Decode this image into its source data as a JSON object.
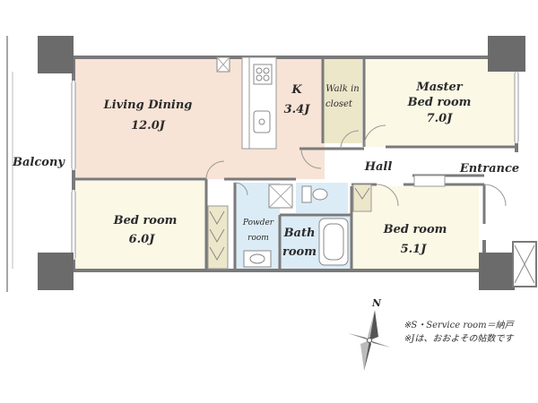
{
  "rooms": {
    "living": {
      "name": "Living Dining",
      "size": "12.0J"
    },
    "kitchen": {
      "name": "K",
      "size": "3.4J"
    },
    "walkin": {
      "line1": "Walk in",
      "line2": "closet"
    },
    "master": {
      "line1": "Master",
      "line2": "Bed room",
      "size": "7.0J"
    },
    "balcony": {
      "name": "Balcony"
    },
    "hall": {
      "name": "Hall"
    },
    "entrance": {
      "name": "Entrance"
    },
    "bed_left": {
      "name": "Bed room",
      "size": "6.0J"
    },
    "powder": {
      "line1": "Powder",
      "line2": "room"
    },
    "bath": {
      "line1": "Bath",
      "line2": "room"
    },
    "bed_right": {
      "name": "Bed room",
      "size": "5.1J"
    }
  },
  "compass": {
    "label": "N"
  },
  "notes": [
    "※S・Service room＝納戸",
    "※Jは、おおよその帖数です"
  ],
  "colors": {
    "living_floor": "#f7e4d6",
    "bedroom_floor": "#fbf8e6",
    "wet_floor": "#dcecf6",
    "walkin_floor": "#ede7c9",
    "wall": "#7a7a7a",
    "pillar": "#6b6b6b"
  }
}
